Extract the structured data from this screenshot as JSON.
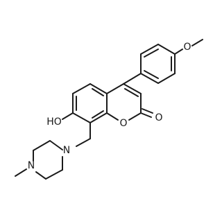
{
  "molecule": {
    "atom_labels": {
      "oh": "HO",
      "ring_o": "O",
      "carbonyl_o": "O",
      "ether_o": "O",
      "amine_n": "N",
      "methyl_n": "N"
    },
    "colors": {
      "bond": "#1a1a1a",
      "text": "#1a1a1a",
      "background": "#ffffff"
    }
  }
}
